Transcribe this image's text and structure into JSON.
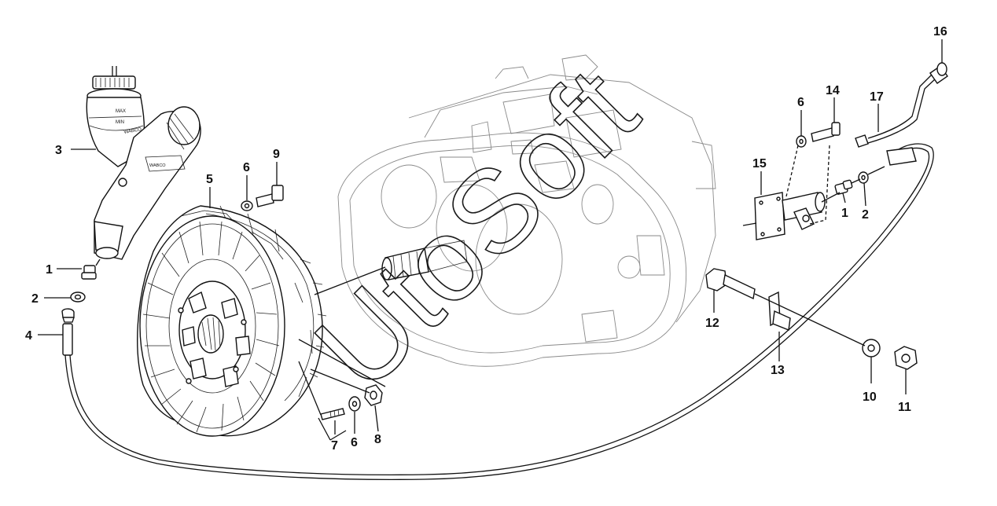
{
  "callouts": [
    {
      "id": "c1a",
      "text": "1"
    },
    {
      "id": "c2a",
      "text": "2"
    },
    {
      "id": "c3",
      "text": "3"
    },
    {
      "id": "c4",
      "text": "4"
    },
    {
      "id": "c5",
      "text": "5"
    },
    {
      "id": "c6a",
      "text": "6"
    },
    {
      "id": "c9",
      "text": "9"
    },
    {
      "id": "c7",
      "text": "7"
    },
    {
      "id": "c6b",
      "text": "6"
    },
    {
      "id": "c8",
      "text": "8"
    },
    {
      "id": "c6c",
      "text": "6"
    },
    {
      "id": "c14",
      "text": "14"
    },
    {
      "id": "c17",
      "text": "17"
    },
    {
      "id": "c16",
      "text": "16"
    },
    {
      "id": "c15",
      "text": "15"
    },
    {
      "id": "c1b",
      "text": "1"
    },
    {
      "id": "c2b",
      "text": "2"
    },
    {
      "id": "c12",
      "text": "12"
    },
    {
      "id": "c13",
      "text": "13"
    },
    {
      "id": "c10",
      "text": "10"
    },
    {
      "id": "c11",
      "text": "11"
    }
  ],
  "reservoir": {
    "max_label": "MAX",
    "min_label": "MIN",
    "brand": "WABCO"
  },
  "watermark": {
    "text": "UtoSoft"
  }
}
